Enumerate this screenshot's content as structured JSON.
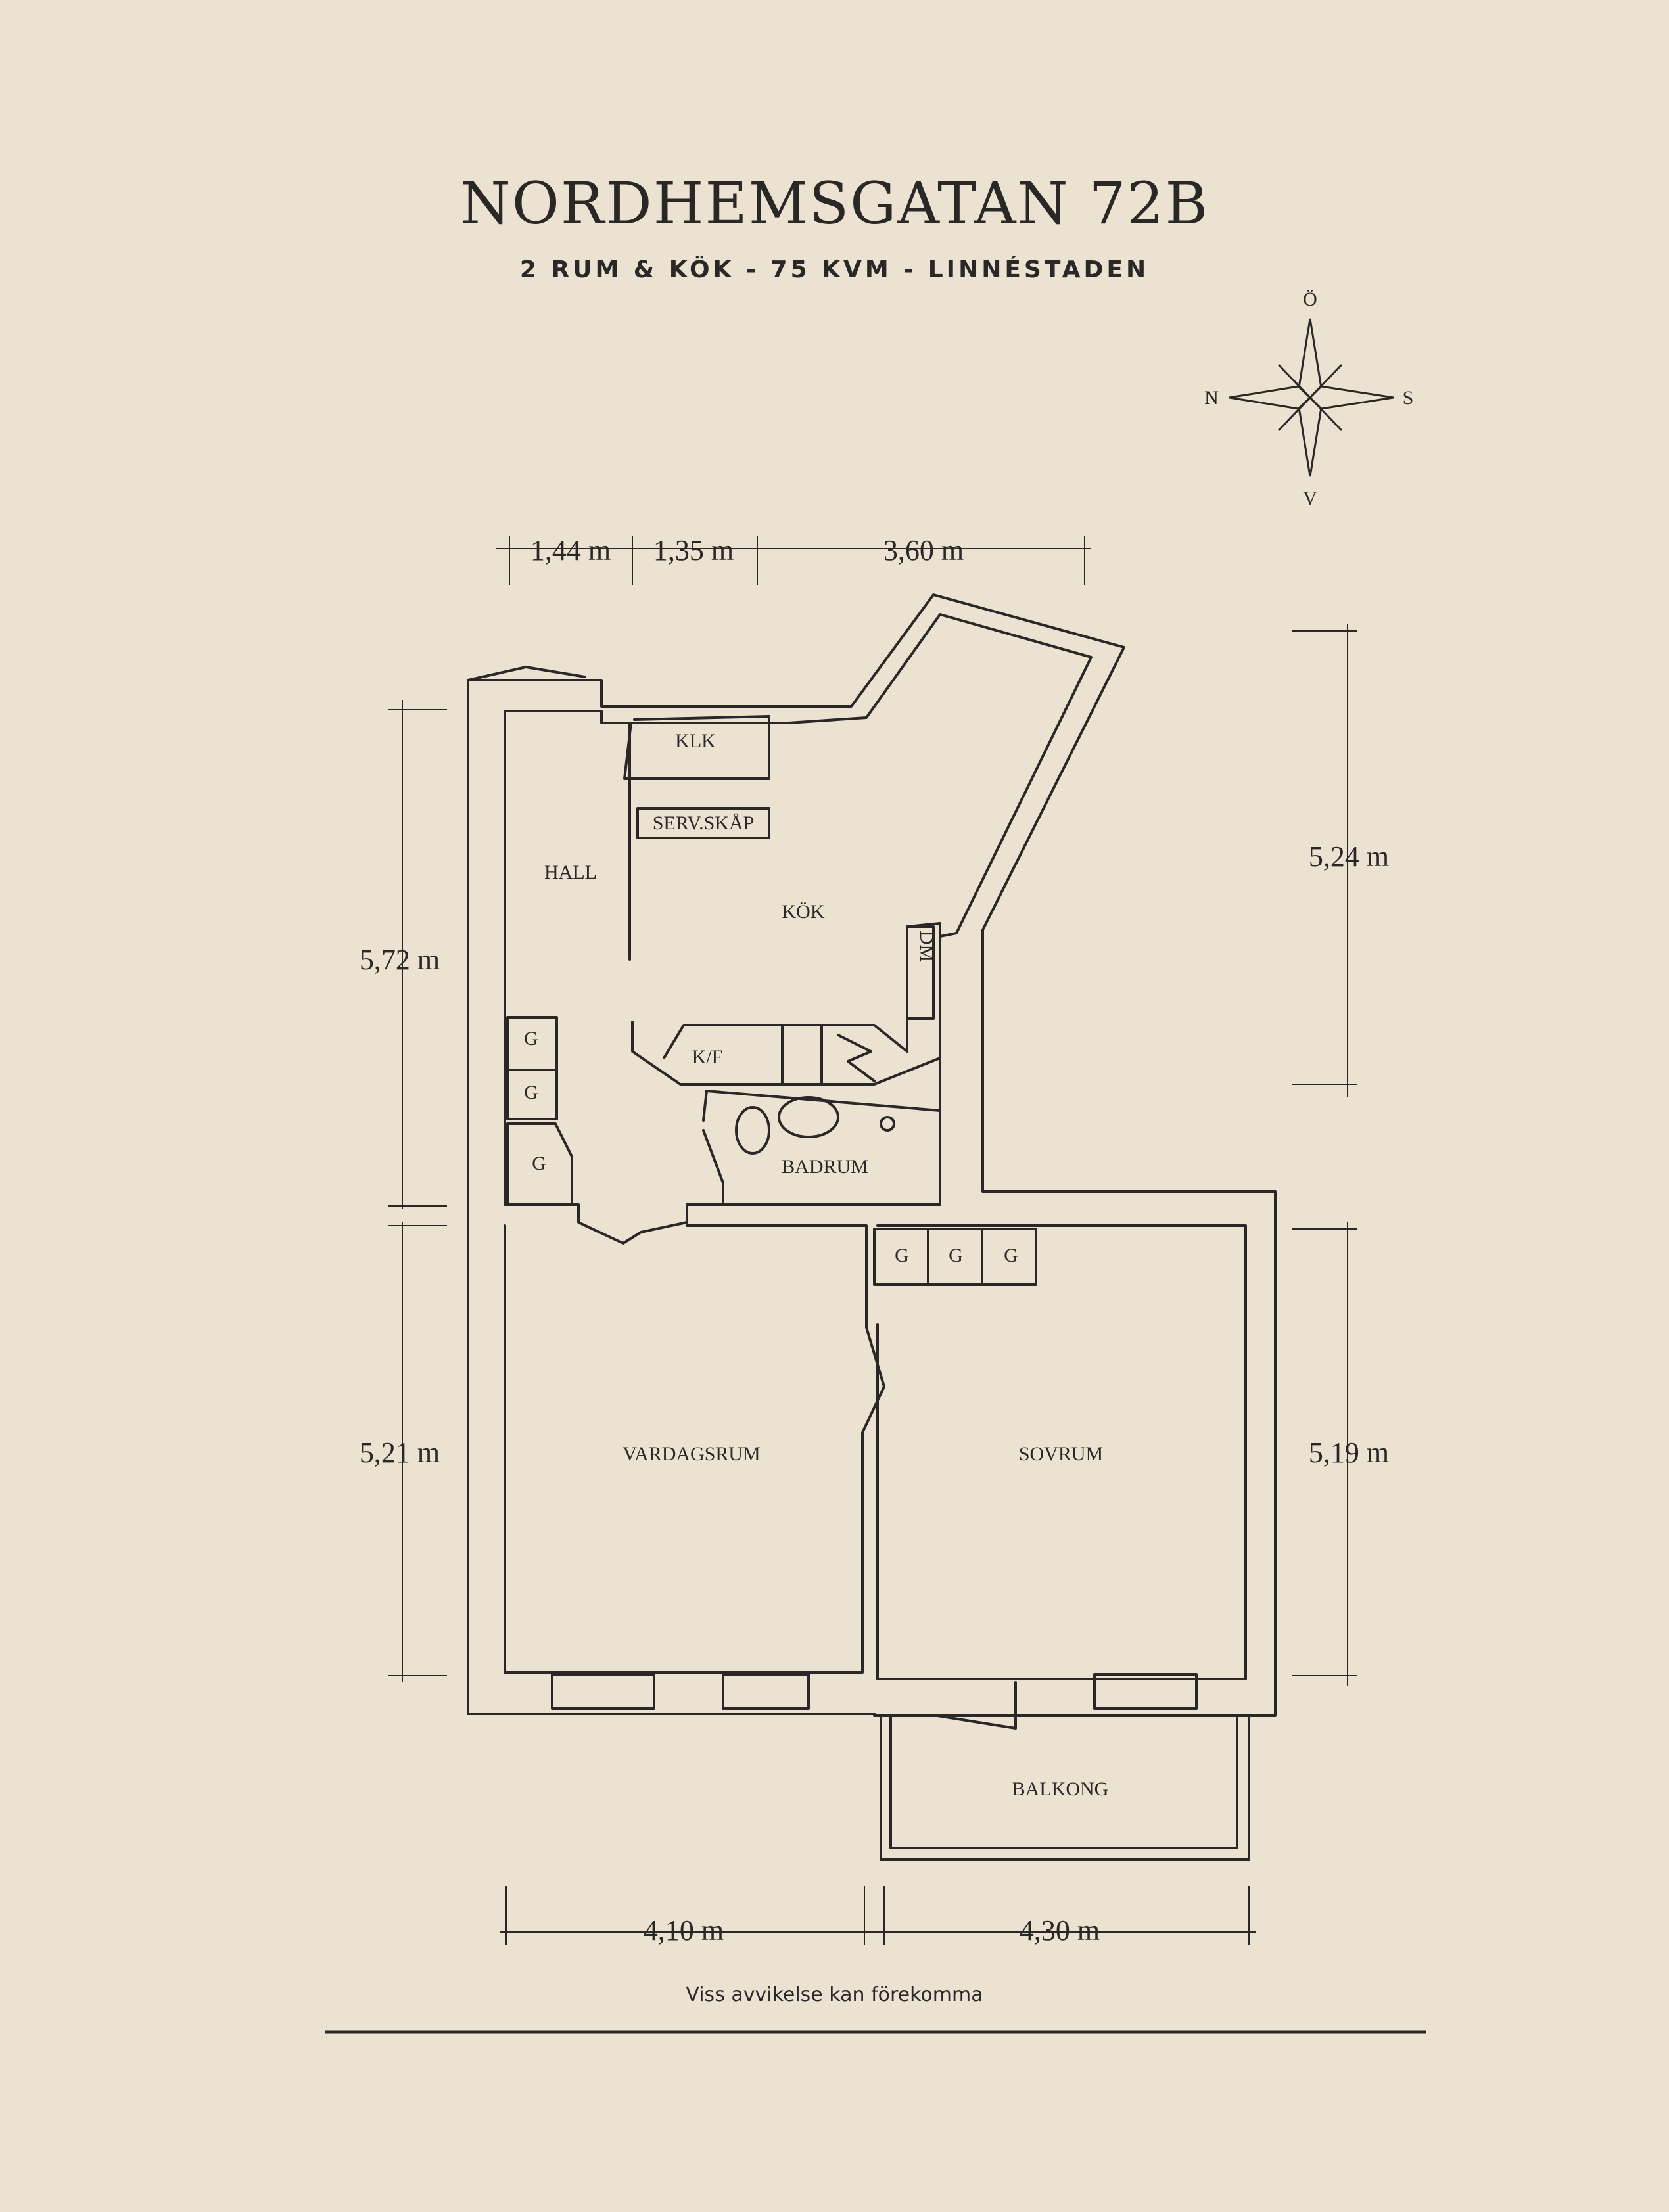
{
  "header": {
    "title": "NORDHEMSGATAN 72B",
    "subtitle": "2 RUM & KÖK  -  75 KVM  -  LINNÉSTADEN"
  },
  "compass": {
    "north": "N",
    "south": "S",
    "east": "Ö",
    "west": "V"
  },
  "rooms": {
    "hall": "HALL",
    "kitchen": "KÖK",
    "klk": "KLK",
    "serv": "SERV.SKÅP",
    "dm": "DM",
    "kf": "K/F",
    "bathroom": "BADRUM",
    "living": "VARDAGSRUM",
    "bedroom": "SOVRUM",
    "balcony": "BALKONG"
  },
  "closet_label": "G",
  "dimensions": {
    "top": [
      "1,44 m",
      "1,35 m",
      "3,60 m"
    ],
    "left_upper": "5,72 m",
    "left_lower": "5,21 m",
    "right_upper": "5,24 m",
    "right_lower": "5,19 m",
    "bottom": [
      "4,10 m",
      "4,30 m"
    ]
  },
  "footer": {
    "note": "Viss avvikelse kan förekomma"
  },
  "colors": {
    "background": "#ebe2d2",
    "ink": "#2a2826"
  }
}
